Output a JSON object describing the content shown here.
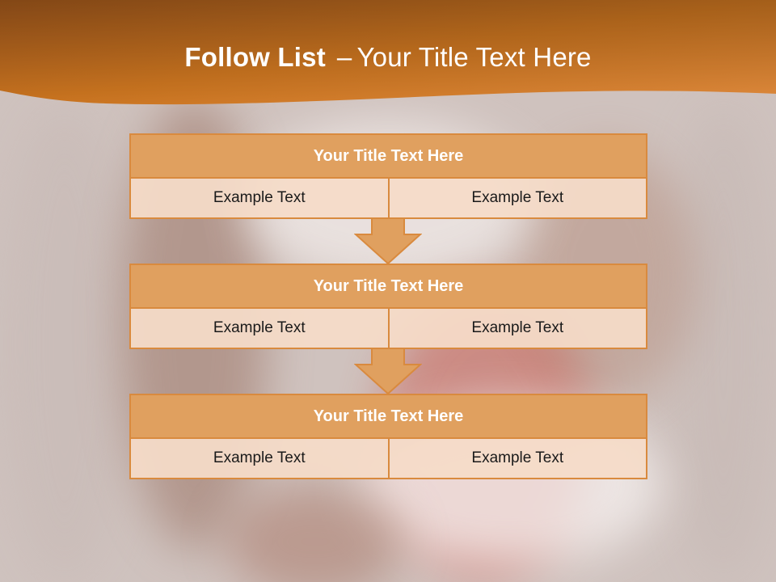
{
  "slide": {
    "title_bold": "Follow List",
    "title_dash": "–",
    "title_rest": "Your Title Text Here"
  },
  "colors": {
    "header_gradient_start": "#a0571b",
    "header_gradient_end": "#e08a3c",
    "box_title_fill": "#e0a05f",
    "box_border": "#d98a3e",
    "box_cell_fill": "#f5dbc8",
    "arrow_fill": "#e0a05f"
  },
  "blocks": [
    {
      "title": "Your Title Text Here",
      "cells": [
        "Example Text",
        "Example Text"
      ]
    },
    {
      "title": "Your Title Text Here",
      "cells": [
        "Example Text",
        "Example Text"
      ]
    },
    {
      "title": "Your Title Text Here",
      "cells": [
        "Example Text",
        "Example Text"
      ]
    }
  ],
  "arrows": [
    {
      "icon": "down-arrow-icon"
    },
    {
      "icon": "down-arrow-icon"
    }
  ]
}
